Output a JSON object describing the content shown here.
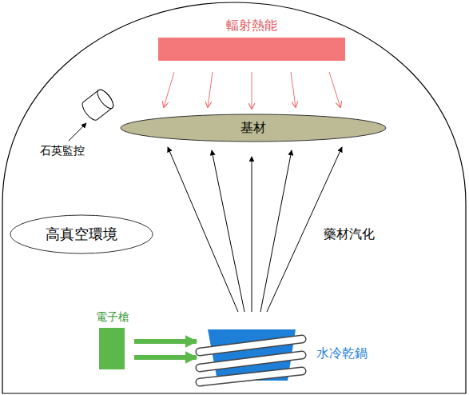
{
  "diagram": {
    "nodes": [
      {
        "text": [
          "輻射熱能"
        ]
      },
      {
        "text": [
          "基材"
        ]
      },
      {
        "text": [
          "高真空環境"
        ]
      },
      {
        "text": [
          "電子槍"
        ]
      },
      {
        "text": [
          "水冷乾鍋"
        ]
      }
    ],
    "edges": [
      {
        "from": 0,
        "to": 1,
        "arrow": "to"
      },
      {
        "from": 4,
        "to": 1,
        "arrow": "to"
      },
      {
        "from": 3,
        "to": 4,
        "arrow": "to"
      }
    ],
    "labels": [
      "石英監控",
      "藥材汽化"
    ]
  }
}
